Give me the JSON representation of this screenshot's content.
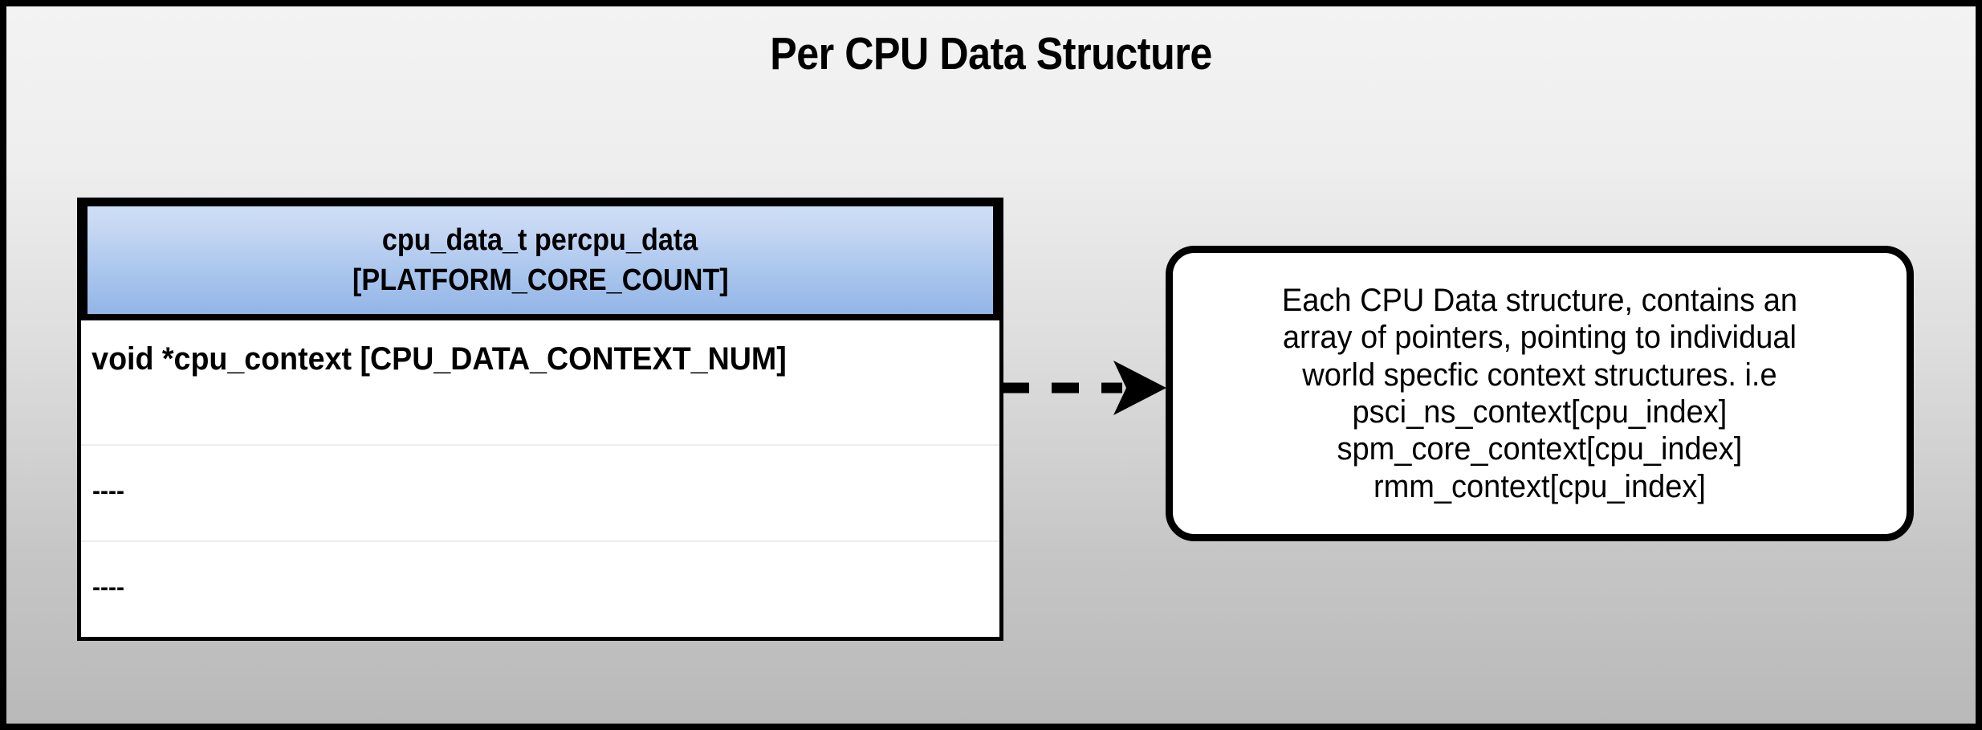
{
  "page": {
    "title": "Per CPU Data Structure",
    "background_top_color": "#f3f3f3",
    "background_bottom_color": "#b9b9b9",
    "border_color": "#000000"
  },
  "struct_table": {
    "header": {
      "line1": "cpu_data_t percpu_data",
      "line2": "[PLATFORM_CORE_COUNT]",
      "gradient_top_color": "#cfdef6",
      "gradient_bottom_color": "#93b5e7"
    },
    "rows": [
      {
        "label": "void *cpu_context [CPU_DATA_CONTEXT_NUM]"
      },
      {
        "label": "----"
      },
      {
        "label": "----"
      }
    ]
  },
  "connector": {
    "style": "dashed-arrow",
    "direction": "right",
    "color": "#000000"
  },
  "note": {
    "lines": [
      "Each CPU Data structure, contains an",
      "array of pointers, pointing to individual",
      "world specfic context structures. i.e",
      "psci_ns_context[cpu_index]",
      "spm_core_context[cpu_index]",
      "rmm_context[cpu_index]"
    ],
    "border_color": "#000000",
    "background_color": "#ffffff"
  }
}
